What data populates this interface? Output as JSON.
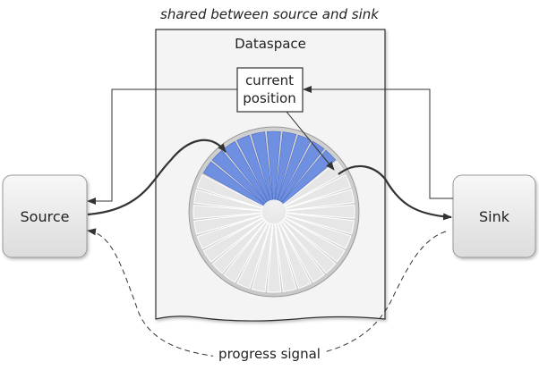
{
  "diagram": {
    "caption": "shared between source and sink",
    "dataspace_label": "Dataspace",
    "current_position_line1": "current",
    "current_position_line2": "position",
    "source_label": "Source",
    "sink_label": "Sink",
    "progress_signal_label": "progress signal",
    "ring_buffer": {
      "total_segments": 32,
      "filled_segments": 10
    },
    "colors": {
      "filled_segment": "#6f8fe0",
      "empty_disc": "#d8d8d8",
      "node_fill": "#eeeeee",
      "stroke": "#333333"
    }
  }
}
